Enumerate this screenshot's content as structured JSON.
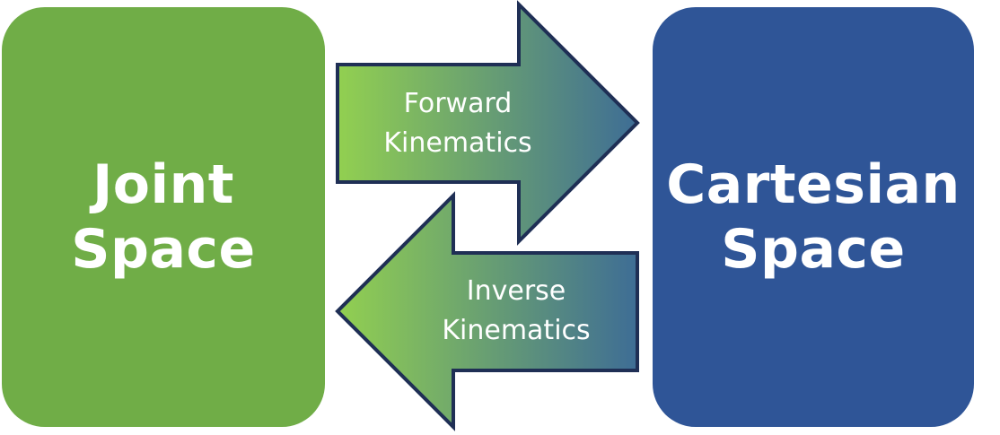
{
  "joint_space": {
    "line1": "Joint",
    "line2": "Space",
    "color": "#70ad47"
  },
  "cartesian_space": {
    "line1": "Cartesian",
    "line2": "Space",
    "color": "#2f5597"
  },
  "forward_arrow": {
    "line1": "Forward",
    "line2": "Kinematics",
    "gradient_start": "#92d050",
    "gradient_end": "#3e6d95",
    "outline": "#1f2f55"
  },
  "inverse_arrow": {
    "line1": "Inverse",
    "line2": "Kinematics",
    "gradient_start": "#92d050",
    "gradient_end": "#3e6d95",
    "outline": "#1f2f55"
  }
}
